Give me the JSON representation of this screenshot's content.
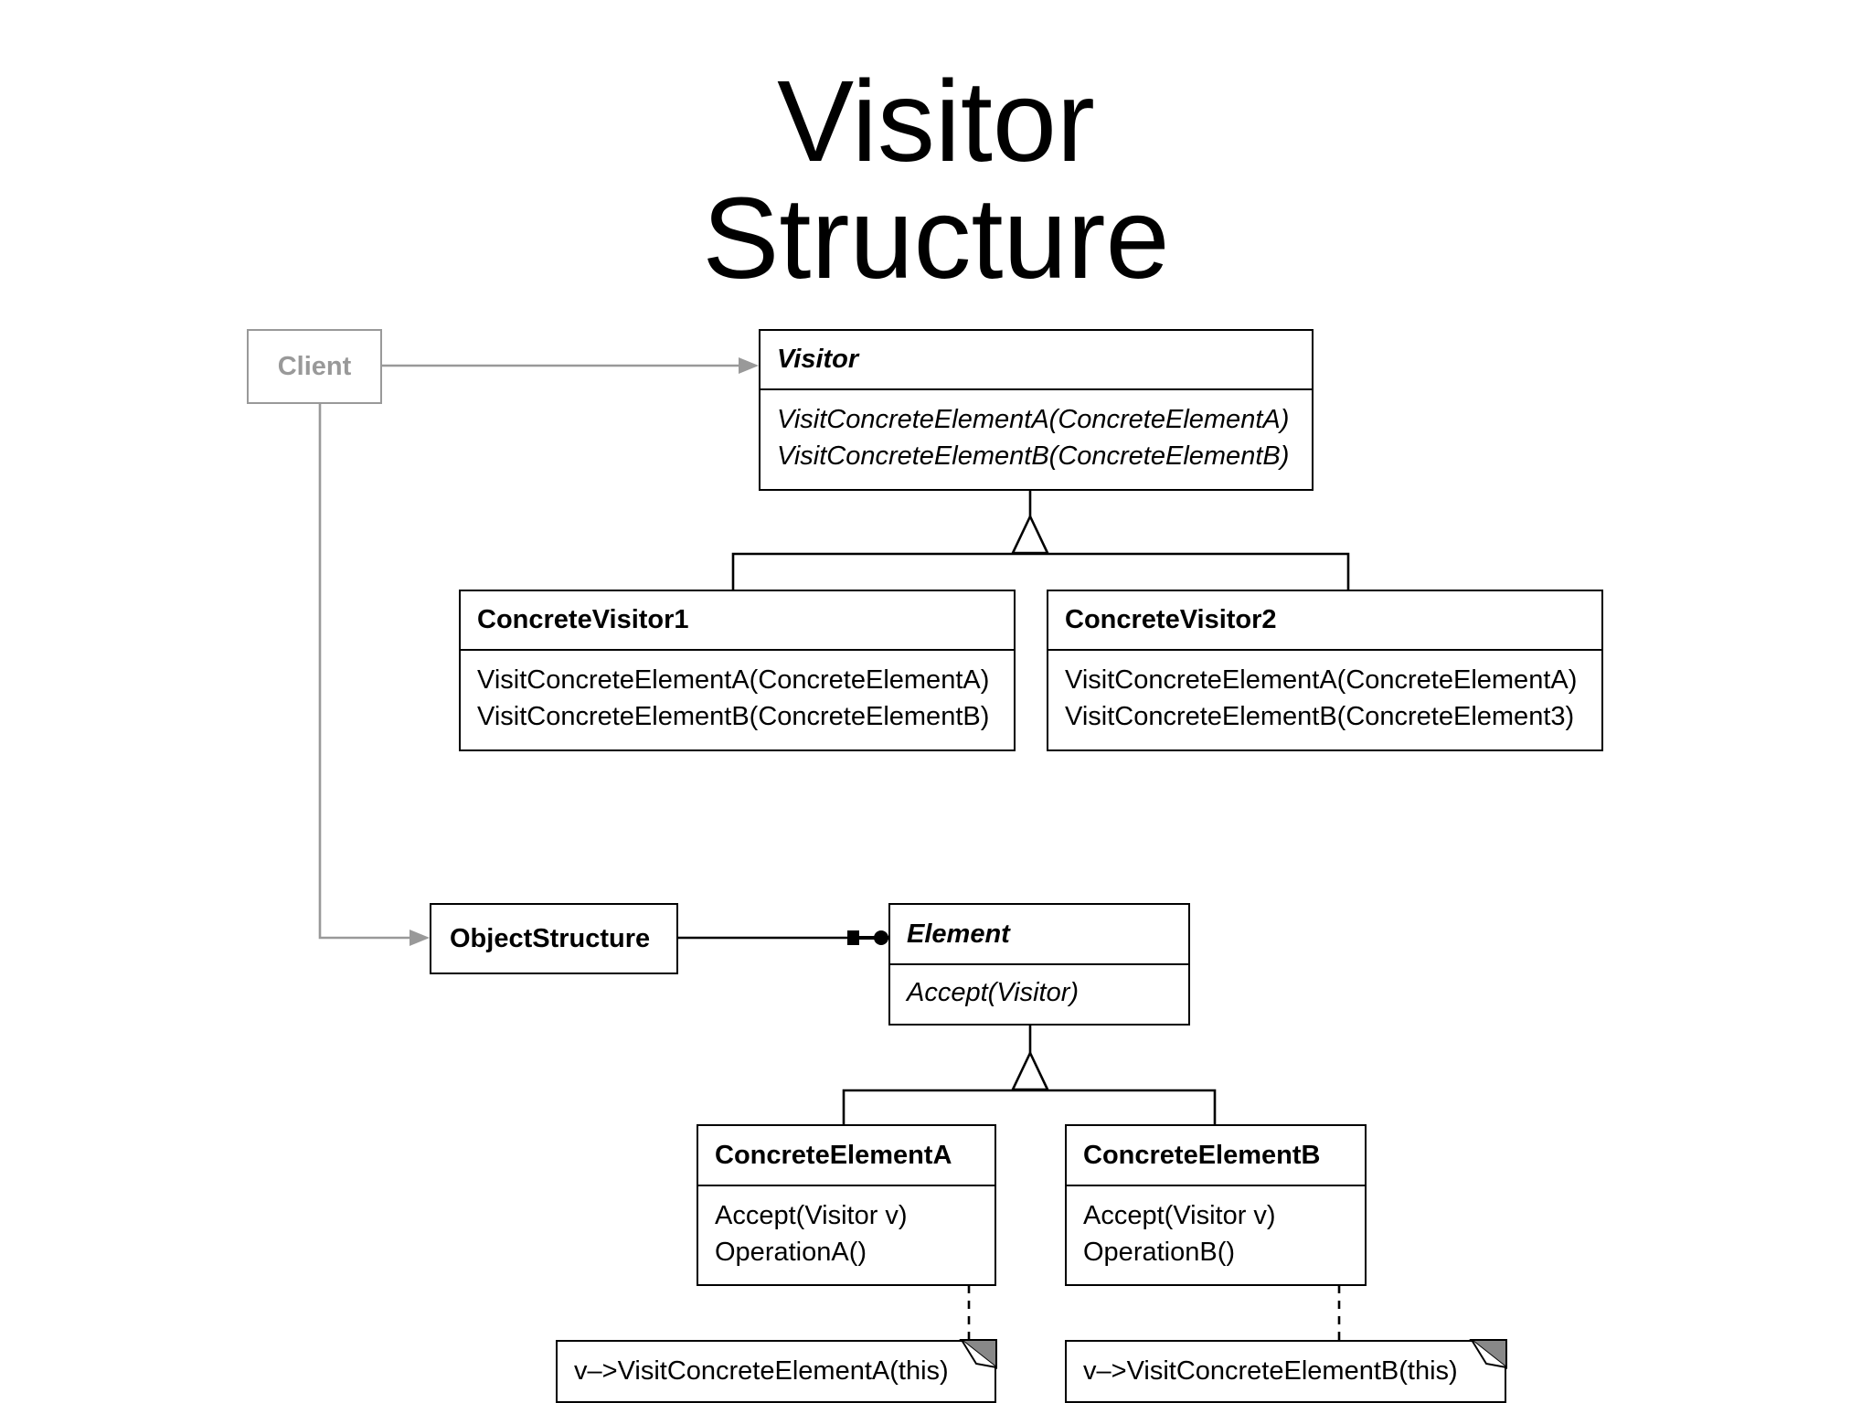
{
  "title_line1": "Visitor",
  "title_line2": "Structure",
  "client": {
    "name": "Client"
  },
  "visitor": {
    "name": "Visitor",
    "ops": [
      "VisitConcreteElementA(ConcreteElementA)",
      "VisitConcreteElementB(ConcreteElementB)"
    ]
  },
  "concrete_visitor_1": {
    "name": "ConcreteVisitor1",
    "ops": [
      "VisitConcreteElementA(ConcreteElementA)",
      "VisitConcreteElementB(ConcreteElementB)"
    ]
  },
  "concrete_visitor_2": {
    "name": "ConcreteVisitor2",
    "ops": [
      "VisitConcreteElementA(ConcreteElementA)",
      "VisitConcreteElementB(ConcreteElement3)"
    ]
  },
  "object_structure": {
    "name": "ObjectStructure"
  },
  "element": {
    "name": "Element",
    "ops": [
      "Accept(Visitor)"
    ]
  },
  "concrete_element_a": {
    "name": "ConcreteElementA",
    "ops": [
      "Accept(Visitor v)",
      "OperationA()"
    ]
  },
  "concrete_element_b": {
    "name": "ConcreteElementB",
    "ops": [
      "Accept(Visitor v)",
      "OperationB()"
    ]
  },
  "note_a": "v–>VisitConcreteElementA(this)",
  "note_b": "v–>VisitConcreteElementB(this)",
  "colors": {
    "line": "#000000",
    "client_line": "#999999"
  }
}
